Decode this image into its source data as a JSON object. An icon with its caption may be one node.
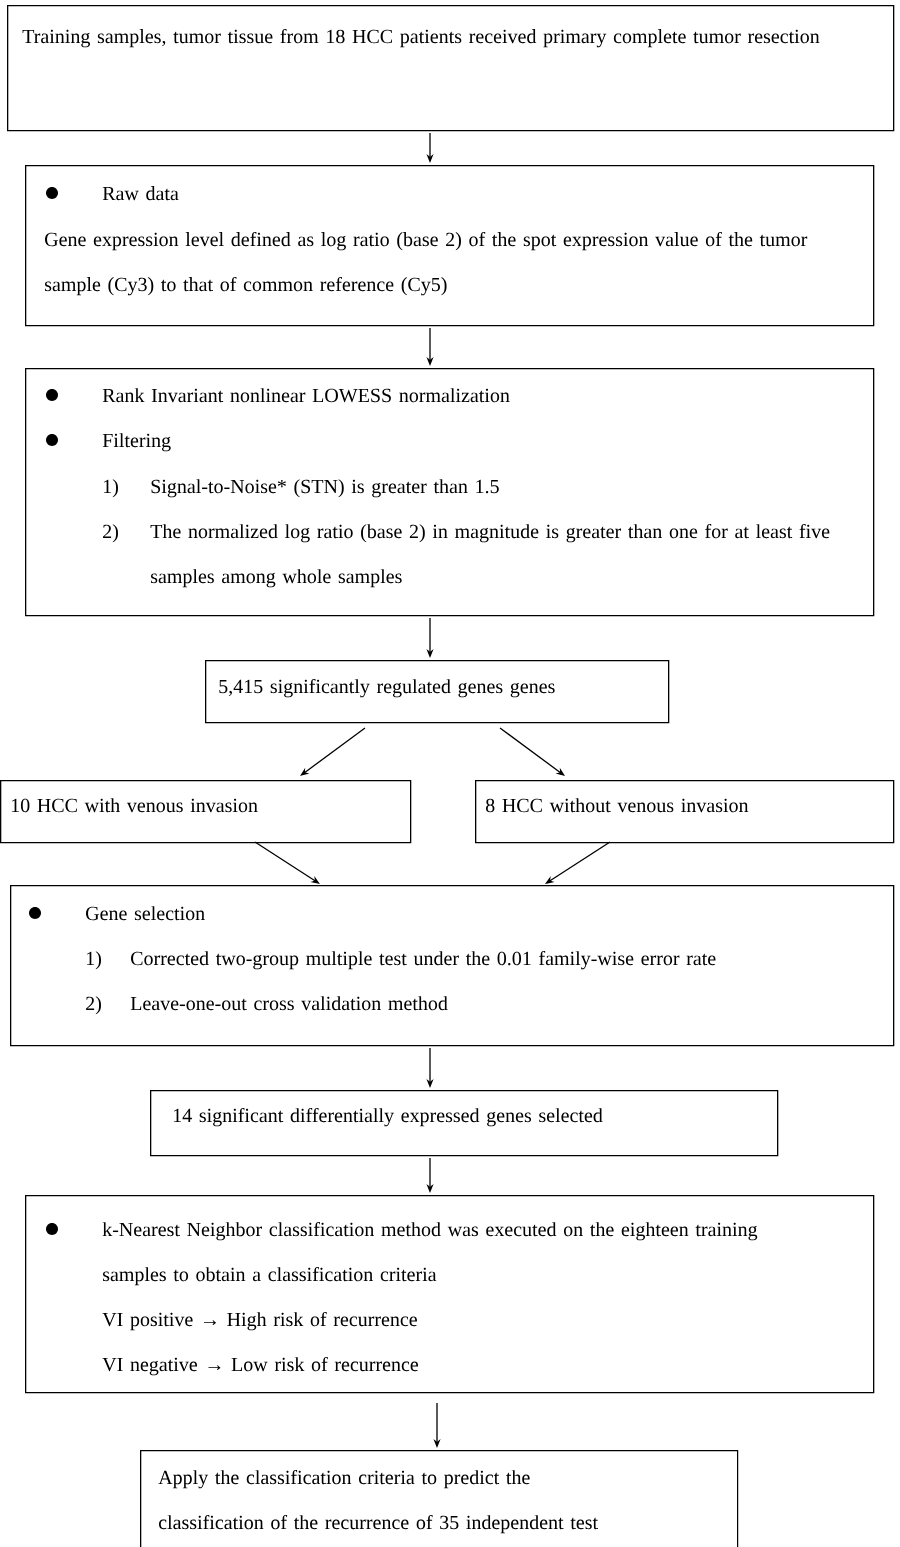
{
  "diagram": {
    "nodes": [
      {
        "text": [
          "Training samples, tumor tissue from 18 HCC patients received primary complete tumor resection"
        ]
      },
      {
        "text": [
          "Raw data",
          "Gene expression level defined as log ratio (base 2) of the spot expression value of the tumor sample (Cy3) to that of common reference (Cy5)"
        ]
      },
      {
        "text": [
          "Rank Invariant nonlinear LOWESS normalization",
          "Filtering",
          "1)",
          "Signal-to-Noise* (STN) is greater than 1.5",
          "2)",
          "The normalized log ratio (base 2) in magnitude is greater than one for at least five samples among whole samples"
        ]
      },
      {
        "text": [
          "5,415 significantly regulated genes genes"
        ]
      },
      {
        "text": [
          "10 HCC with venous invasion"
        ]
      },
      {
        "text": [
          "8 HCC without venous invasion"
        ]
      },
      {
        "text": [
          "Gene selection",
          "1)",
          "Corrected two-group multiple test under the 0.01 family-wise error rate",
          "2)",
          "Leave-one-out cross validation method"
        ]
      },
      {
        "text": [
          "14 significant differentially expressed genes selected"
        ]
      },
      {
        "text": [
          "k-Nearest Neighbor classification method was executed on the eighteen training samples to obtain a classification criteria",
          "VI positive → High risk of recurrence",
          "VI negative → Low risk of recurrence"
        ]
      },
      {
        "text": [
          "Apply the classification criteria to predict the classification of the recurrence of 35 independent test"
        ]
      }
    ],
    "edges": [
      {
        "from": 0,
        "to": 1,
        "arrow": "to"
      },
      {
        "from": 1,
        "to": 2,
        "arrow": "to"
      },
      {
        "from": 2,
        "to": 3,
        "arrow": "to"
      },
      {
        "from": 3,
        "to": 4,
        "arrow": "to"
      },
      {
        "from": 3,
        "to": 5,
        "arrow": "to"
      },
      {
        "from": 4,
        "to": 6,
        "arrow": "to"
      },
      {
        "from": 5,
        "to": 6,
        "arrow": "to"
      },
      {
        "from": 6,
        "to": 7,
        "arrow": "to"
      },
      {
        "from": 7,
        "to": 8,
        "arrow": "to"
      },
      {
        "from": 8,
        "to": 9,
        "arrow": "to"
      }
    ]
  }
}
